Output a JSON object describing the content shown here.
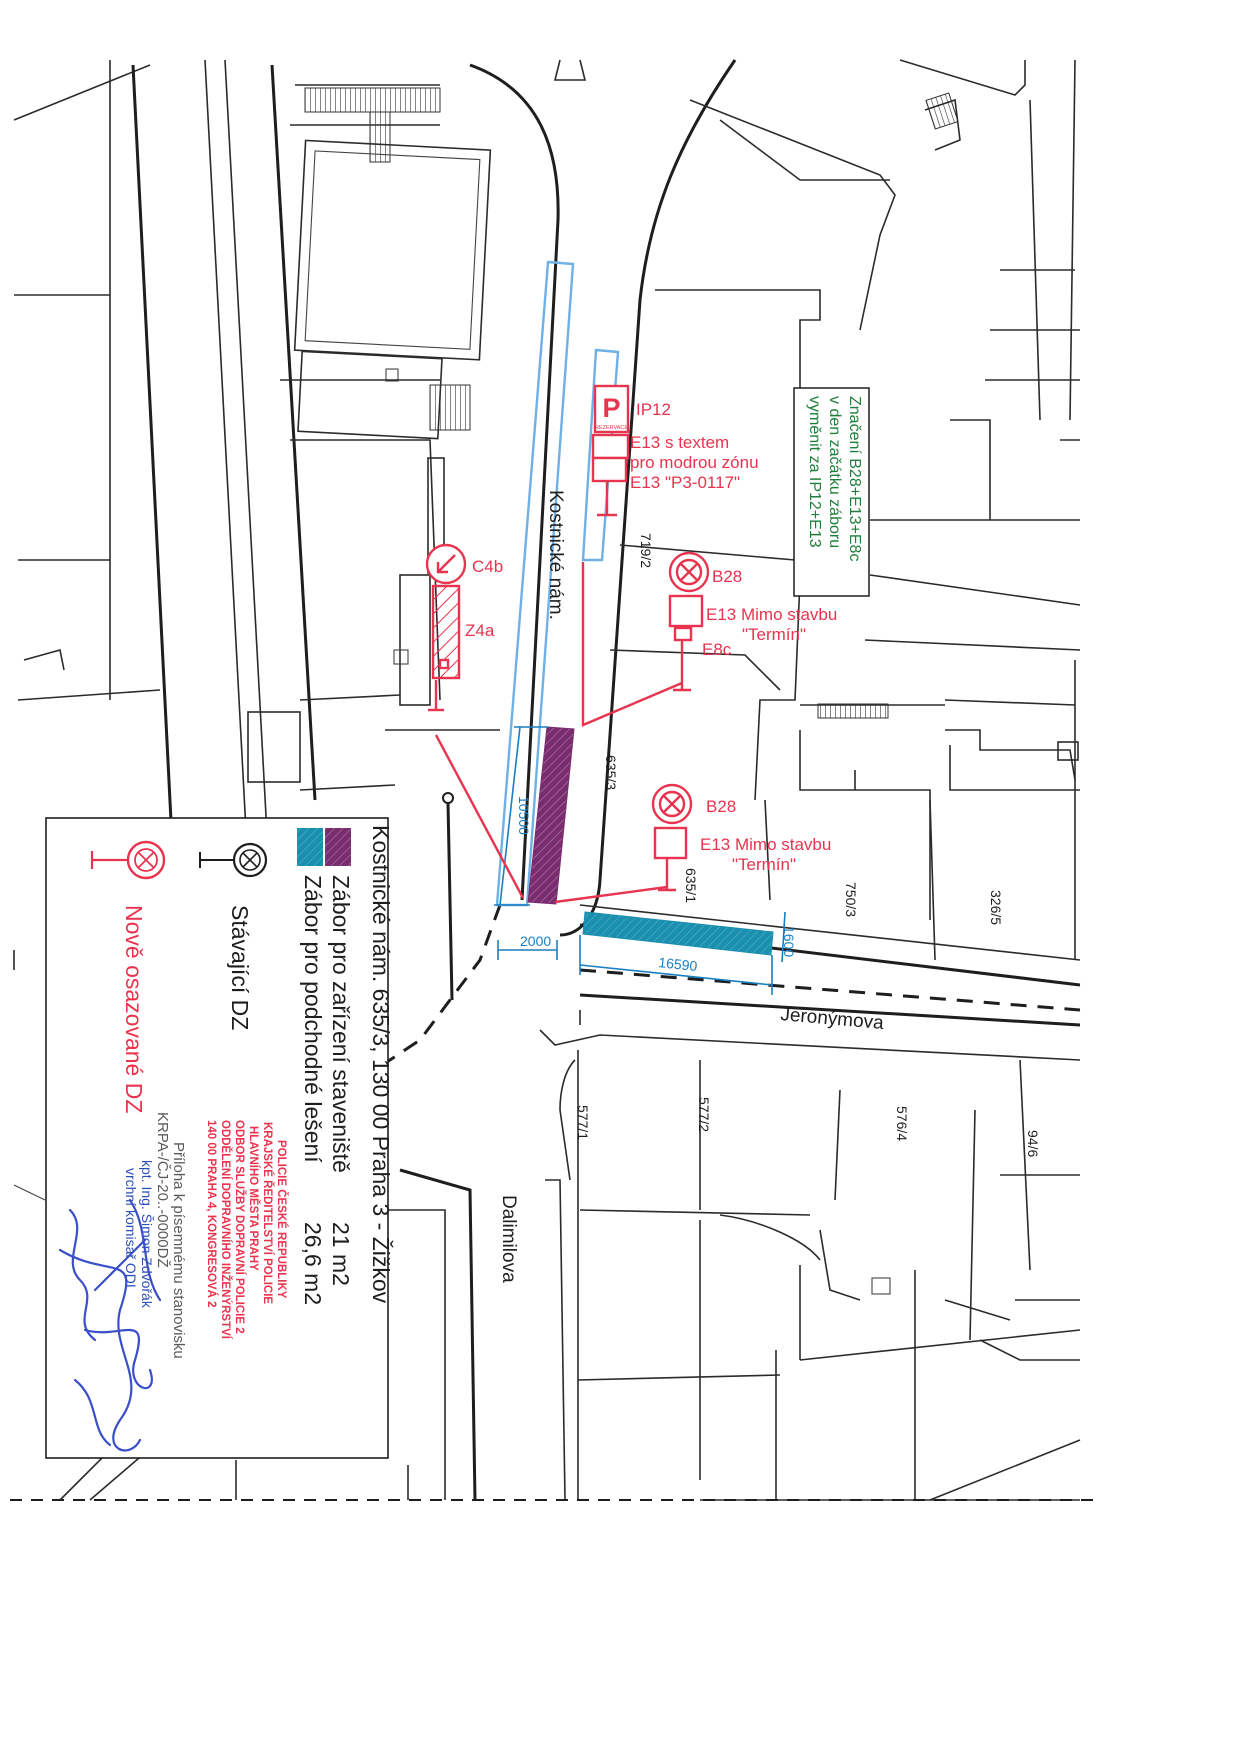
{
  "streets": {
    "kostnicke": "Kostnické nám.",
    "jeronymova": "Jeronýmova",
    "dalimilova": "Dalimilova"
  },
  "parcels": [
    "719/2",
    "635/3",
    "635/1",
    "750/3",
    "326/5",
    "577/1",
    "577/2",
    "576/4",
    "94/6"
  ],
  "signs": {
    "ip12": "IP12",
    "ip12_plate": "REZERVACE",
    "e13_text": "E13 s textem",
    "e13_zone": "pro modrou zónu",
    "e13_p3": "E13 \"P3-0117\"",
    "c4b": "C4b",
    "z4a": "Z4a",
    "b28_upper": "B28",
    "e13_mimo_upper": "E13 Mimo stavbu",
    "termin_upper": "\"Termín\"",
    "e8c": "E8c",
    "b28_lower": "B28",
    "e13_mimo_lower": "E13 Mimo stavbu",
    "termin_lower": "\"Termín\""
  },
  "note_green": [
    "Značení B28+E13+E8c",
    "v den začátku záboru",
    "vyměnit za IP12+E13"
  ],
  "dimensions": {
    "d10500": "10500",
    "d2000": "2000",
    "d16590": "16590",
    "d1600": "1600"
  },
  "legend": {
    "title": "Kostnické nám. 635/3, 130 00 Praha 3 - Žižkov",
    "row1_label": "Zábor pro zařízení staveniště",
    "row1_value": "21 m2",
    "row2_label": "Zábor pro podchodné lešení",
    "row2_value": "26,6 m2",
    "existing": "Stávající DZ",
    "new": "Nově osazované DZ",
    "attachment": "Příloha k písemnému stanovisku",
    "reference": "KRPA-/ČJ-20..-0000DŽ",
    "officer": "kpt. Ing. Šimon Zdvořák",
    "rank": "vrchní komisař ODI"
  },
  "stamp": [
    "POLICIE ČESKÉ REPUBLIKY",
    "KRAJSKÉ ŘEDITELSTVÍ POLICIE",
    "HLAVNÍHO MĚSTA PRAHY",
    "ODBOR SLUŽBY DOPRAVNÍ POLICIE  2",
    "ODDĚLENÍ DOPRAVNÍHO INŽENÝRSTVÍ",
    "140 00 PRAHA 4, KONGRESOVÁ 2"
  ],
  "colors": {
    "new_sign_red": "#e8344e",
    "zabor_purple": "#7a2d6e",
    "zabor_teal": "#1b8fae",
    "reserve_blue": "#6fb1e6",
    "dimension_blue": "#1a7fc0",
    "note_green": "#1d7f3a"
  }
}
